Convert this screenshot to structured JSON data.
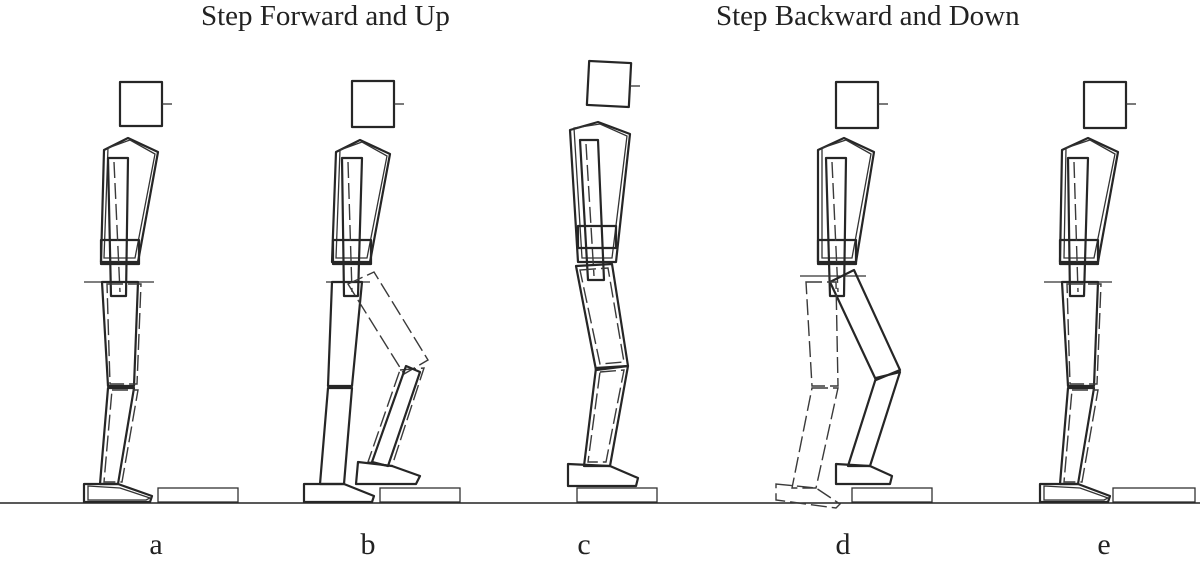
{
  "titles": {
    "left": "Step Forward and Up",
    "right": "Step Backward and Down"
  },
  "frames": [
    {
      "id": "a",
      "label": "a"
    },
    {
      "id": "b",
      "label": "b"
    },
    {
      "id": "c",
      "label": "c"
    },
    {
      "id": "d",
      "label": "d"
    },
    {
      "id": "e",
      "label": "e"
    }
  ],
  "colors": {
    "line": "#262626",
    "background": "#ffffff"
  }
}
